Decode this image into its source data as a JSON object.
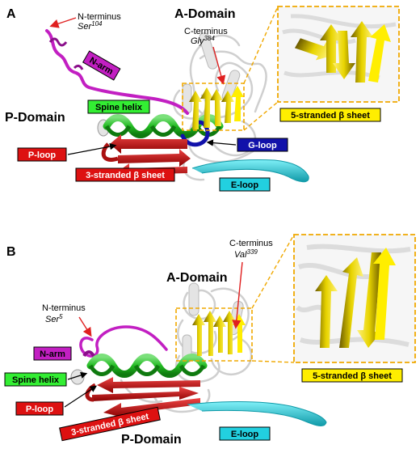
{
  "panelA": {
    "letter": "A",
    "a_domain": "A-Domain",
    "p_domain": "P-Domain",
    "n_terminus": "N-terminus",
    "n_res_name": "Ser",
    "n_res_num": "104",
    "c_terminus": "C-terminus",
    "c_res_name": "Gly",
    "c_res_num": "384",
    "n_arm": "N-arm",
    "spine_helix": "Spine helix",
    "p_loop": "P-loop",
    "g_loop": "G-loop",
    "e_loop": "E-loop",
    "three_sheet": "3-stranded β sheet",
    "five_sheet": "5-stranded β sheet"
  },
  "panelB": {
    "letter": "B",
    "a_domain": "A-Domain",
    "p_domain": "P-Domain",
    "n_terminus": "N-terminus",
    "n_res_name": "Ser",
    "n_res_num": "5",
    "c_terminus": "C-terminus",
    "c_res_name": "Val",
    "c_res_num": "339",
    "n_arm": "N-arm",
    "spine_helix": "Spine helix",
    "p_loop": "P-loop",
    "e_loop": "E-loop",
    "three_sheet": "3-stranded β sheet",
    "five_sheet": "5-stranded β sheet"
  },
  "colors": {
    "n_arm": "#c21fc2",
    "spine_helix": "#33cc33",
    "p_loop": "#dd1111",
    "g_loop": "#1111aa",
    "e_loop": "#22c8d8",
    "five_sheet": "#ffee00",
    "inset_border": "#f0a800",
    "arrow_red": "#e02020",
    "protein_grey": "#d8d8d8"
  }
}
